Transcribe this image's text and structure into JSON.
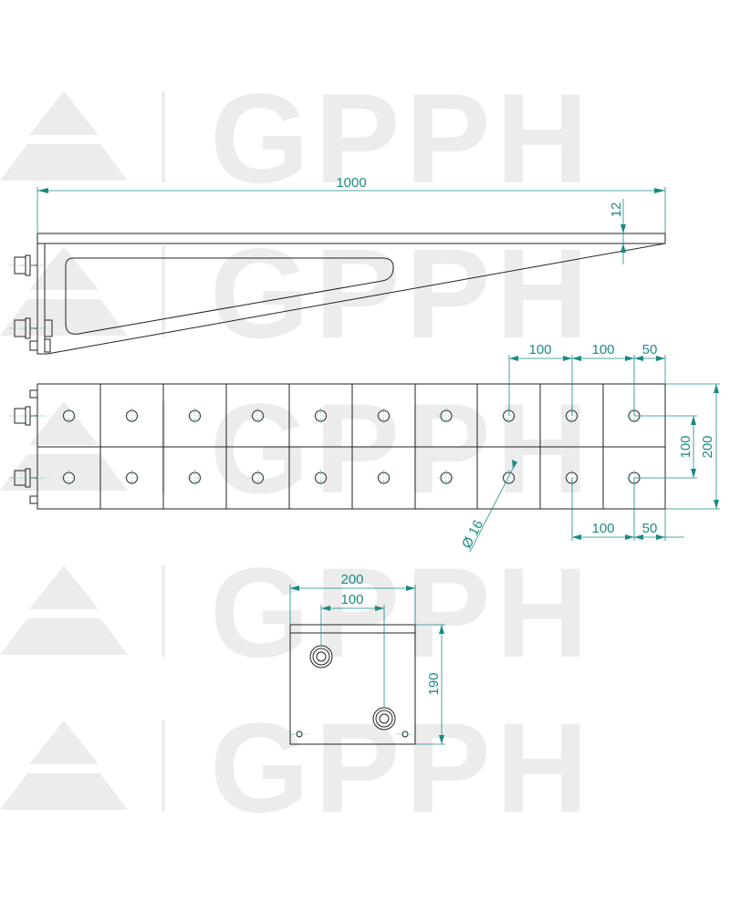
{
  "watermark": {
    "text": "GPPH",
    "color": "#ececec"
  },
  "colors": {
    "dimension": "#1a8a86",
    "outline": "#222222"
  },
  "side_view": {
    "dimensions": {
      "length": "1000",
      "thickness": "12"
    }
  },
  "plan_view": {
    "dimensions_top": [
      "100",
      "100",
      "50"
    ],
    "dimensions_bottom": [
      "100",
      "50"
    ],
    "dimension_hole_spacing": "100",
    "dimension_width": "200",
    "hole_diameter": "Ø 16"
  },
  "end_view": {
    "dimensions": {
      "width": "200",
      "hole_spacing": "100",
      "height": "190"
    }
  }
}
